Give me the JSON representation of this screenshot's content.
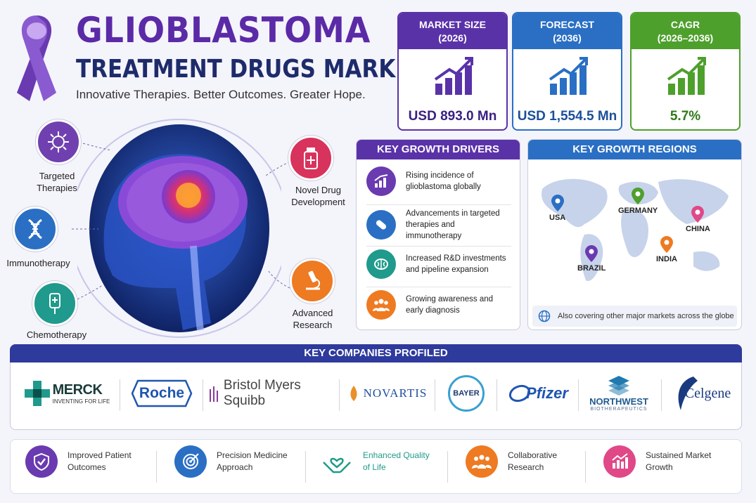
{
  "header": {
    "title_line1": "GLIOBLASTOMA",
    "title_line2": "TREATMENT DRUGS MARKET",
    "tagline": "Innovative Therapies. Better Outcomes. Greater Hope."
  },
  "stats": [
    {
      "label": "MARKET SIZE",
      "sub": "(2026)",
      "value": "USD 893.0 Mn",
      "color": "#5a32a8"
    },
    {
      "label": "FORECAST",
      "sub": "(2036)",
      "value": "USD 1,554.5 Mn",
      "color": "#2a6fc4"
    },
    {
      "label": "CAGR",
      "sub": "(2026–2036)",
      "value": "5.7%",
      "color": "#4ea02c"
    }
  ],
  "therapies": [
    {
      "label1": "Targeted",
      "label2": "Therapies",
      "icon": "virus-icon",
      "color": "#7040b0"
    },
    {
      "label1": "Immunotherapy",
      "label2": "",
      "icon": "dna-icon",
      "color": "#2a6fc4"
    },
    {
      "label1": "Chemotherapy",
      "label2": "",
      "icon": "iv-bag-icon",
      "color": "#1f9a8c"
    },
    {
      "label1": "Novel Drug",
      "label2": "Development",
      "icon": "medicine-bottle-icon",
      "color": "#d8335d"
    },
    {
      "label1": "Advanced",
      "label2": "Research",
      "icon": "microscope-icon",
      "color": "#ee7a22"
    }
  ],
  "drivers": {
    "title": "KEY GROWTH DRIVERS",
    "items": [
      {
        "line1": "Rising incidence of",
        "line2": "glioblastoma globally",
        "icon": "growth-chart-icon",
        "color": "#6a3ab0"
      },
      {
        "line1": "Advancements in targeted",
        "line2": "therapies and immunotherapy",
        "icon": "pill-icon",
        "color": "#2a6fc4"
      },
      {
        "line1": "Increased R&D investments",
        "line2": "and pipeline expansion",
        "icon": "brain-icon",
        "color": "#1f9a8c"
      },
      {
        "line1": "Growing awareness and",
        "line2": "early diagnosis",
        "icon": "people-icon",
        "color": "#ee7a22"
      }
    ]
  },
  "regions": {
    "title": "KEY GROWTH REGIONS",
    "pins": [
      {
        "name": "USA",
        "color": "#2a6fc4"
      },
      {
        "name": "GERMANY",
        "color": "#4ea02c"
      },
      {
        "name": "CHINA",
        "color": "#e04888"
      },
      {
        "name": "INDIA",
        "color": "#ee7a22"
      },
      {
        "name": "BRAZIL",
        "color": "#6a3ab0"
      }
    ],
    "footer": "Also covering other major markets across the globe"
  },
  "companies": {
    "title": "KEY COMPANIES PROFILED",
    "merck": {
      "name": "MERCK",
      "sub": "INVENTING FOR LIFE"
    },
    "roche": "Roche",
    "bms": "Bristol Myers Squibb",
    "novartis": "NOVARTIS",
    "bayer": "BAYER",
    "pfizer": "Pfizer",
    "northwest": {
      "name": "NORTHWEST",
      "sub": "BIOTHERAPEUTICS"
    },
    "celgene": "Celgene"
  },
  "benefits": [
    {
      "line1": "Improved Patient",
      "line2": "Outcomes",
      "icon": "shield-check-icon",
      "color": "#6a3ab0"
    },
    {
      "line1": "Precision Medicine",
      "line2": "Approach",
      "icon": "target-icon",
      "color": "#2a6fc4"
    },
    {
      "line1": "Enhanced Quality",
      "line2": "of Life",
      "icon": "heart-hands-icon",
      "color": "#1f9a8c"
    },
    {
      "line1": "Collaborative",
      "line2": "Research",
      "icon": "team-icon",
      "color": "#ee7a22"
    },
    {
      "line1": "Sustained Market",
      "line2": "Growth",
      "icon": "chart-up-icon",
      "color": "#e04888"
    }
  ]
}
